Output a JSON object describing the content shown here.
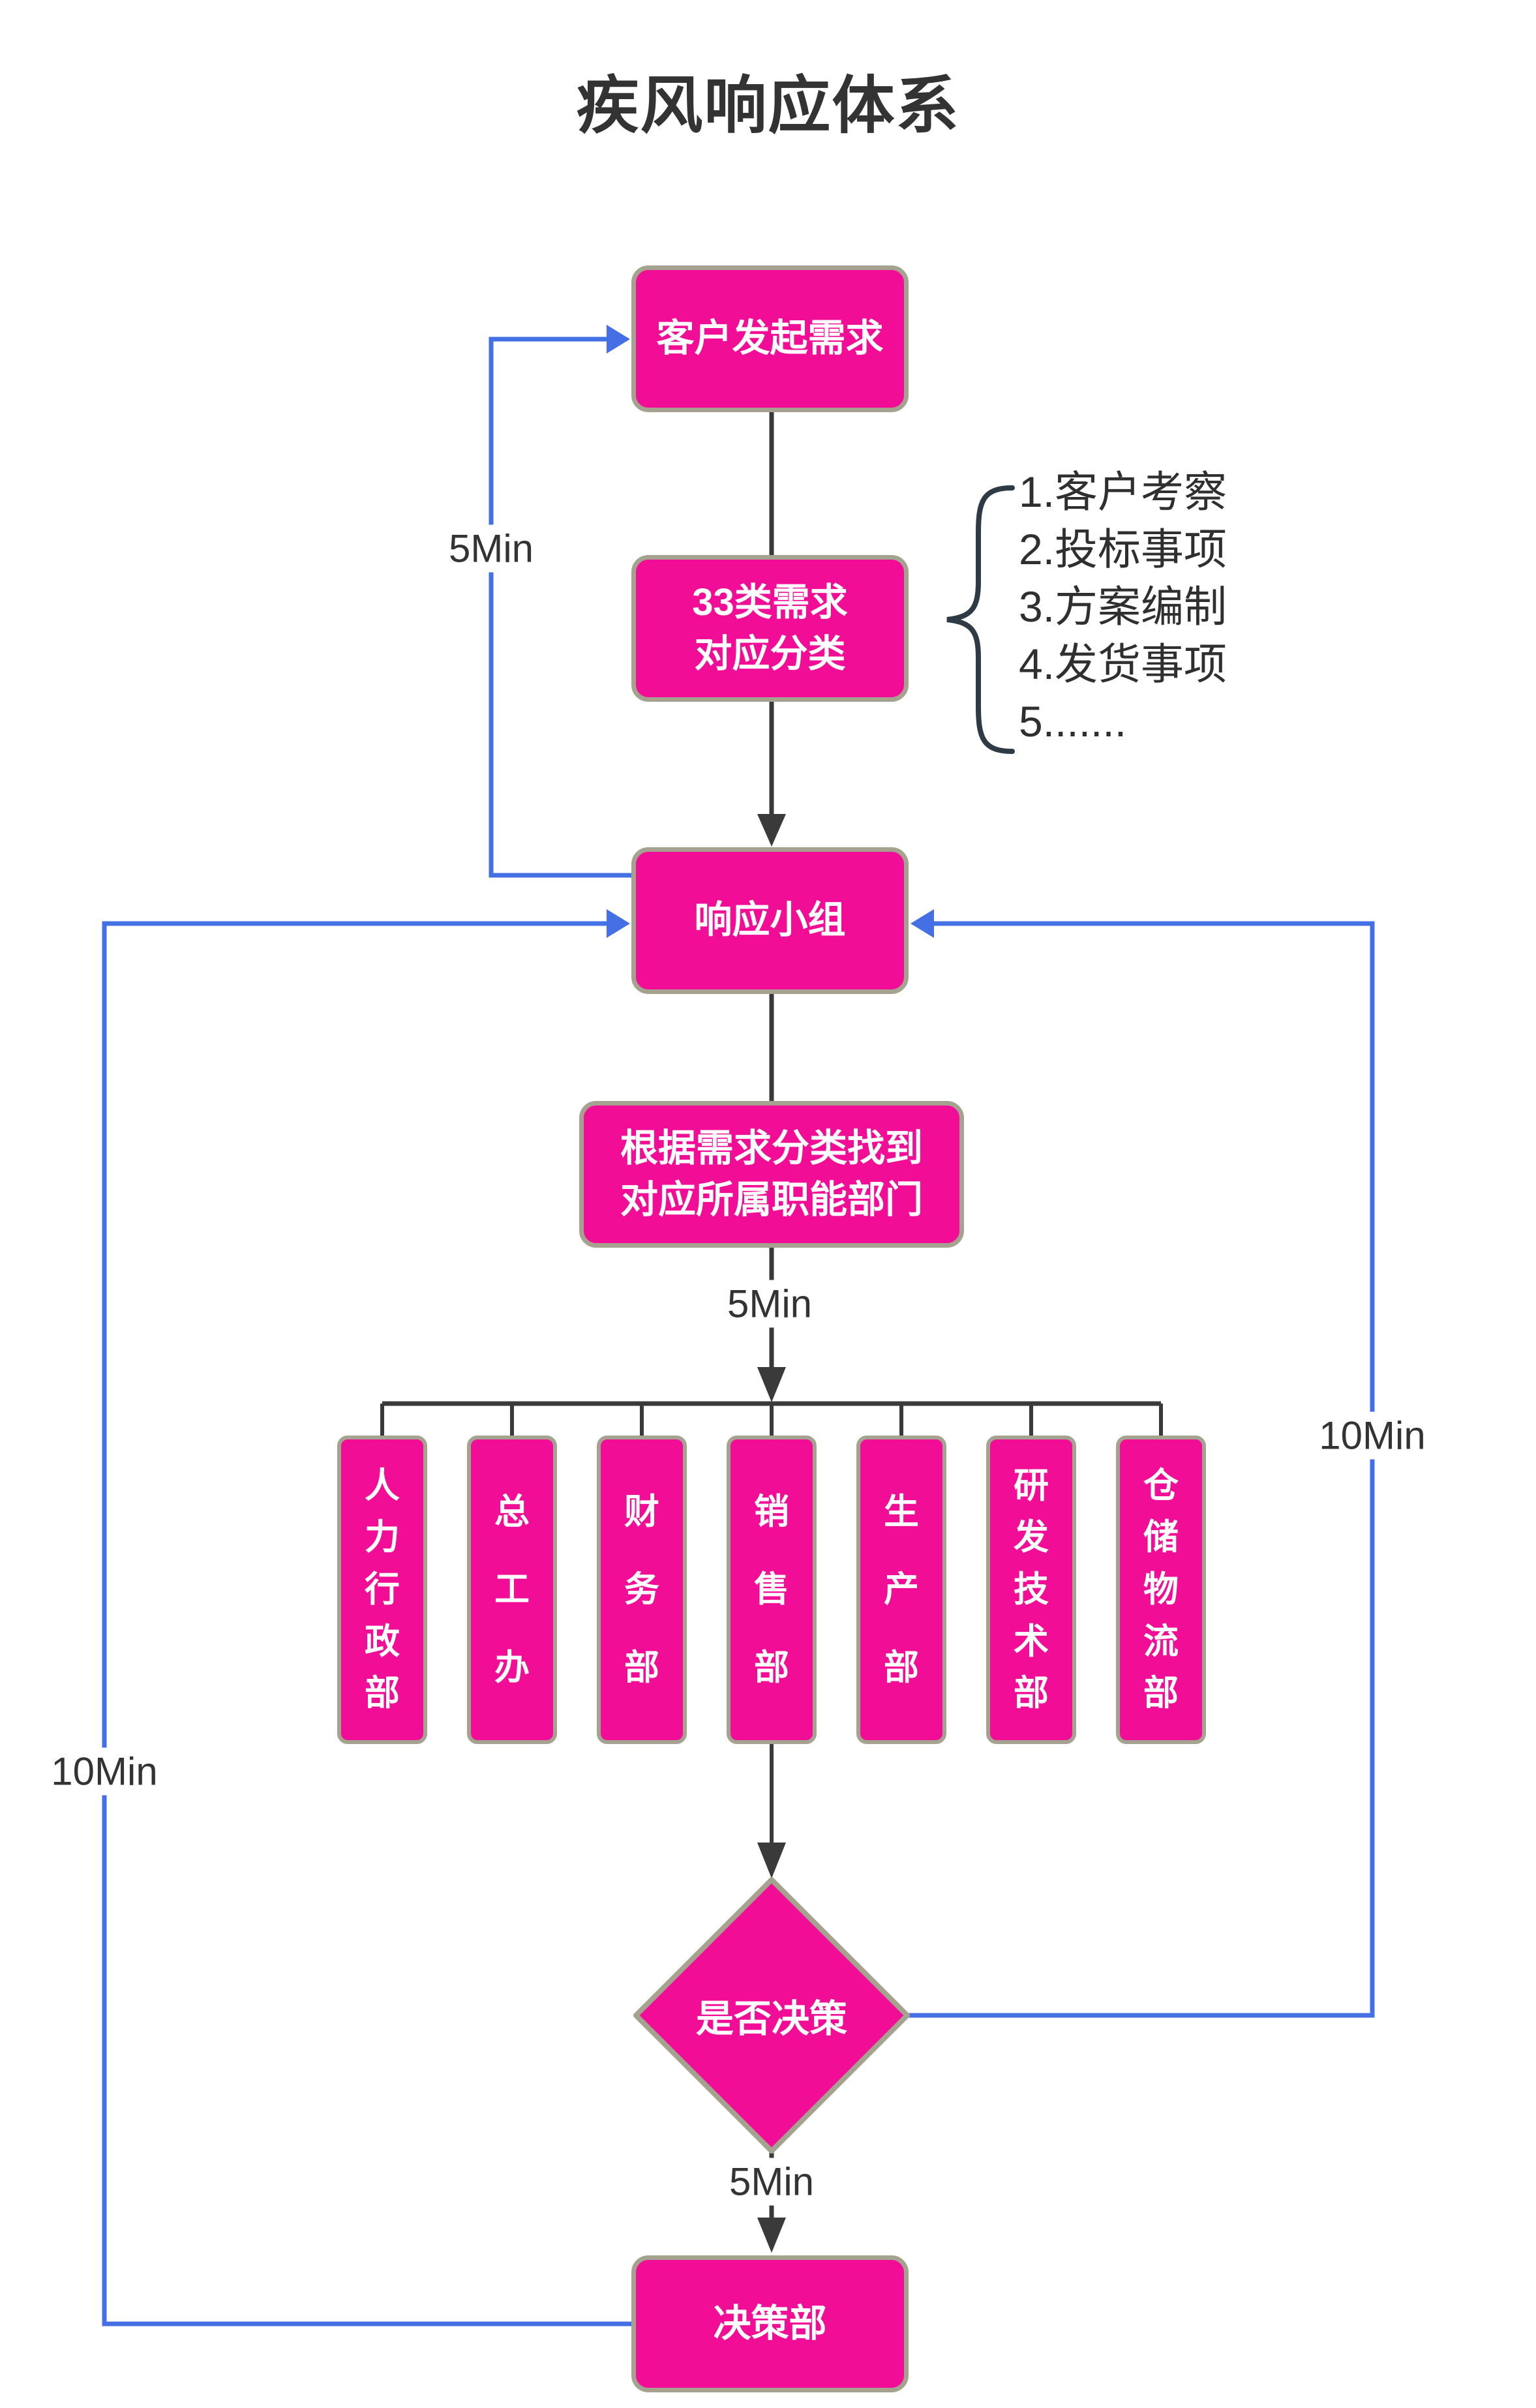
{
  "title": "疾风响应体系",
  "nodes": {
    "customer_request": "客户发起需求",
    "demand_class": {
      "line1": "33类需求",
      "line2": "对应分类"
    },
    "response_team": "响应小组",
    "find_department": {
      "line1": "根据需求分类找到",
      "line2": "对应所属职能部门"
    },
    "decision": "是否决策",
    "decision_department": "决策部"
  },
  "departments": [
    "人力行政部",
    "总工办",
    "财务部",
    "销售部",
    "生产部",
    "研发技术部",
    "仓储物流部"
  ],
  "demand_examples": [
    "1.客户考察",
    "2.投标事项",
    "3.方案编制",
    "4.发货事项",
    "5......."
  ],
  "timers": {
    "feedback_to_customer": "5Min",
    "dispatch_to_departments": "5Min",
    "decision_to_response_left": "10Min",
    "decision_to_response_right": "10Min",
    "decision_to_decision_dept": "5Min"
  },
  "colors": {
    "node_fill": "#F20D96",
    "node_border": "#A5A38F",
    "loop_line": "#446FE5",
    "flow_line": "#3A3A3A",
    "label_text": "#333333"
  }
}
